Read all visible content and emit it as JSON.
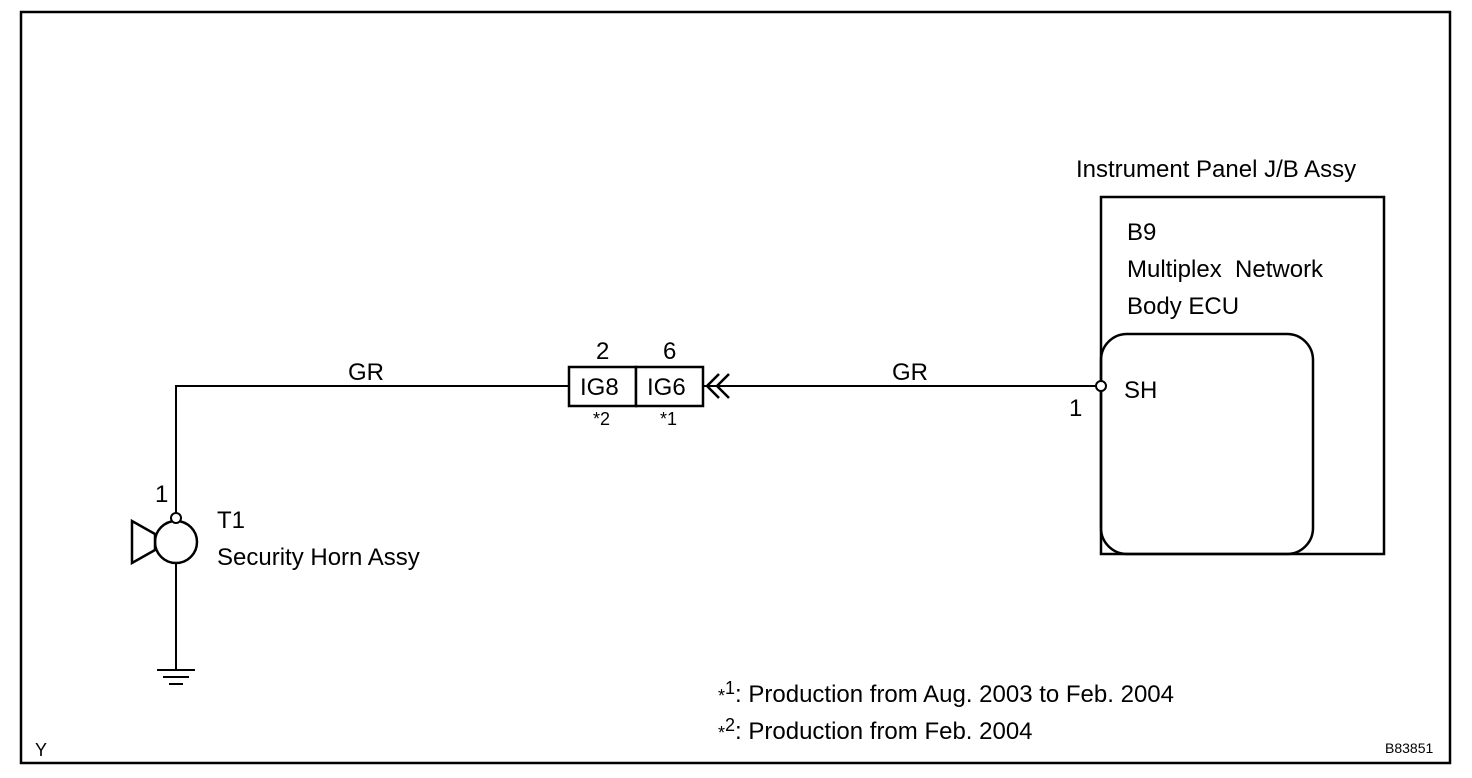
{
  "ecu": {
    "assembly_title": "Instrument Panel J/B Assy",
    "connector_code": "B9",
    "name_line1": "Multiplex  Network",
    "name_line2": "Body ECU",
    "terminal_name": "SH",
    "pin_number": "1"
  },
  "wires": {
    "left_color": "GR",
    "right_color": "GR"
  },
  "junction": {
    "left": {
      "pin": "2",
      "code": "IG8",
      "note": "*2"
    },
    "right": {
      "pin": "6",
      "code": "IG6",
      "note": "*1"
    }
  },
  "horn": {
    "pin_number": "1",
    "code": "T1",
    "name": "Security Horn Assy"
  },
  "notes": [
    {
      "mark": "*",
      "sup": "1",
      "text": ": Production from Aug. 2003 to Feb. 2004"
    },
    {
      "mark": "*",
      "sup": "2",
      "text": ": Production from Feb. 2004"
    }
  ],
  "corner_left": "Y",
  "figure_id": "B83851",
  "icons": {
    "horn": "horn-icon",
    "ground": "ground-icon",
    "connector": "connector-arrow-icon"
  }
}
